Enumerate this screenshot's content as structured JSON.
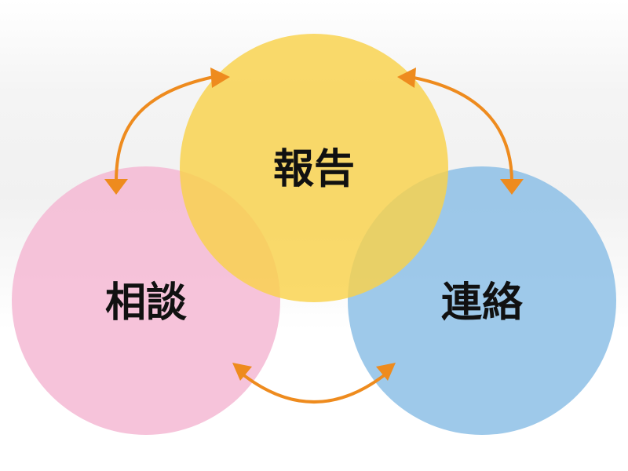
{
  "nodes": {
    "report": {
      "label": "報告",
      "color": "#f9d24b"
    },
    "consult": {
      "label": "相談",
      "color": "#f4b9d4"
    },
    "contact": {
      "label": "連絡",
      "color": "#8dbfe6"
    }
  },
  "arrow_color": "#ee8b1e",
  "arrows": [
    {
      "from": "consult",
      "to": "report",
      "bidirectional": true
    },
    {
      "from": "report",
      "to": "contact",
      "bidirectional": true
    },
    {
      "from": "consult",
      "to": "contact",
      "bidirectional": true
    }
  ]
}
